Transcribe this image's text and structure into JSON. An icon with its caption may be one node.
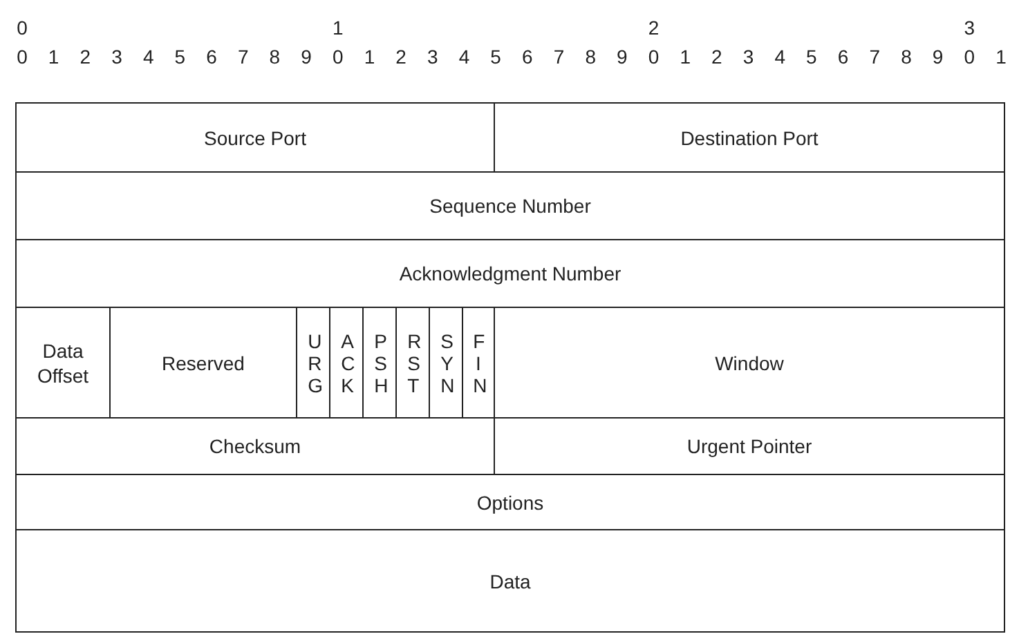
{
  "diagram": {
    "nodes": [
      {
        "text": [
          "Source Port"
        ]
      },
      {
        "text": [
          "Destination Port"
        ]
      },
      {
        "text": [
          "Sequence Number"
        ]
      },
      {
        "text": [
          "Acknowledgment Number"
        ]
      },
      {
        "text": [
          "Data Offset"
        ]
      },
      {
        "text": [
          "Reserved"
        ]
      },
      {
        "text": [
          "URG"
        ]
      },
      {
        "text": [
          "ACK"
        ]
      },
      {
        "text": [
          "PSH"
        ]
      },
      {
        "text": [
          "RST"
        ]
      },
      {
        "text": [
          "SYN"
        ]
      },
      {
        "text": [
          "FIN"
        ]
      },
      {
        "text": [
          "Window"
        ]
      },
      {
        "text": [
          "Checksum"
        ]
      },
      {
        "text": [
          "Urgent Pointer"
        ]
      },
      {
        "text": [
          "Options"
        ]
      },
      {
        "text": [
          "Data"
        ]
      }
    ],
    "labels": [
      "0",
      "1",
      "2",
      "3",
      "0",
      "1",
      "2",
      "3",
      "4",
      "5",
      "6",
      "7",
      "8",
      "9",
      "0",
      "1",
      "2",
      "3",
      "4",
      "5",
      "6",
      "7",
      "8",
      "9",
      "0",
      "1",
      "2",
      "3",
      "4",
      "5",
      "6",
      "7",
      "8",
      "9",
      "0",
      "1"
    ]
  }
}
